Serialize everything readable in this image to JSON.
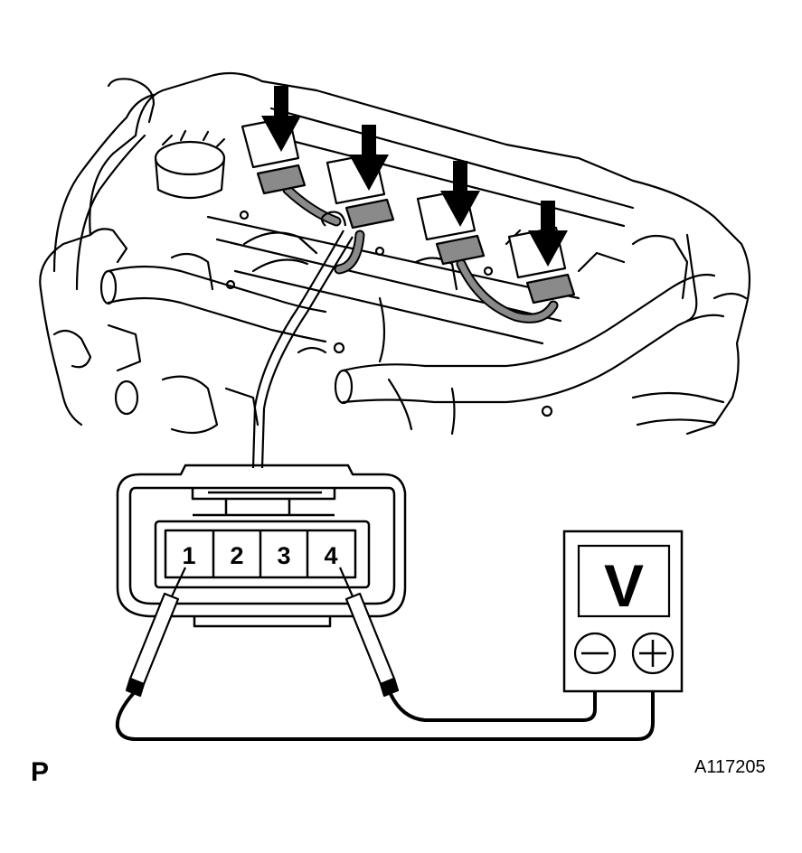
{
  "connector": {
    "pins": [
      "1",
      "2",
      "3",
      "4"
    ]
  },
  "voltmeter": {
    "display": "V",
    "minus": "−",
    "plus": "+"
  },
  "labels": {
    "figure_code_letter": "P",
    "figure_id": "A117205"
  },
  "colors": {
    "line": "#000000",
    "highlight_gray": "#8a8a8a",
    "background": "#ffffff"
  },
  "icons": [
    "down-arrow-icon",
    "minus-icon",
    "plus-icon"
  ]
}
